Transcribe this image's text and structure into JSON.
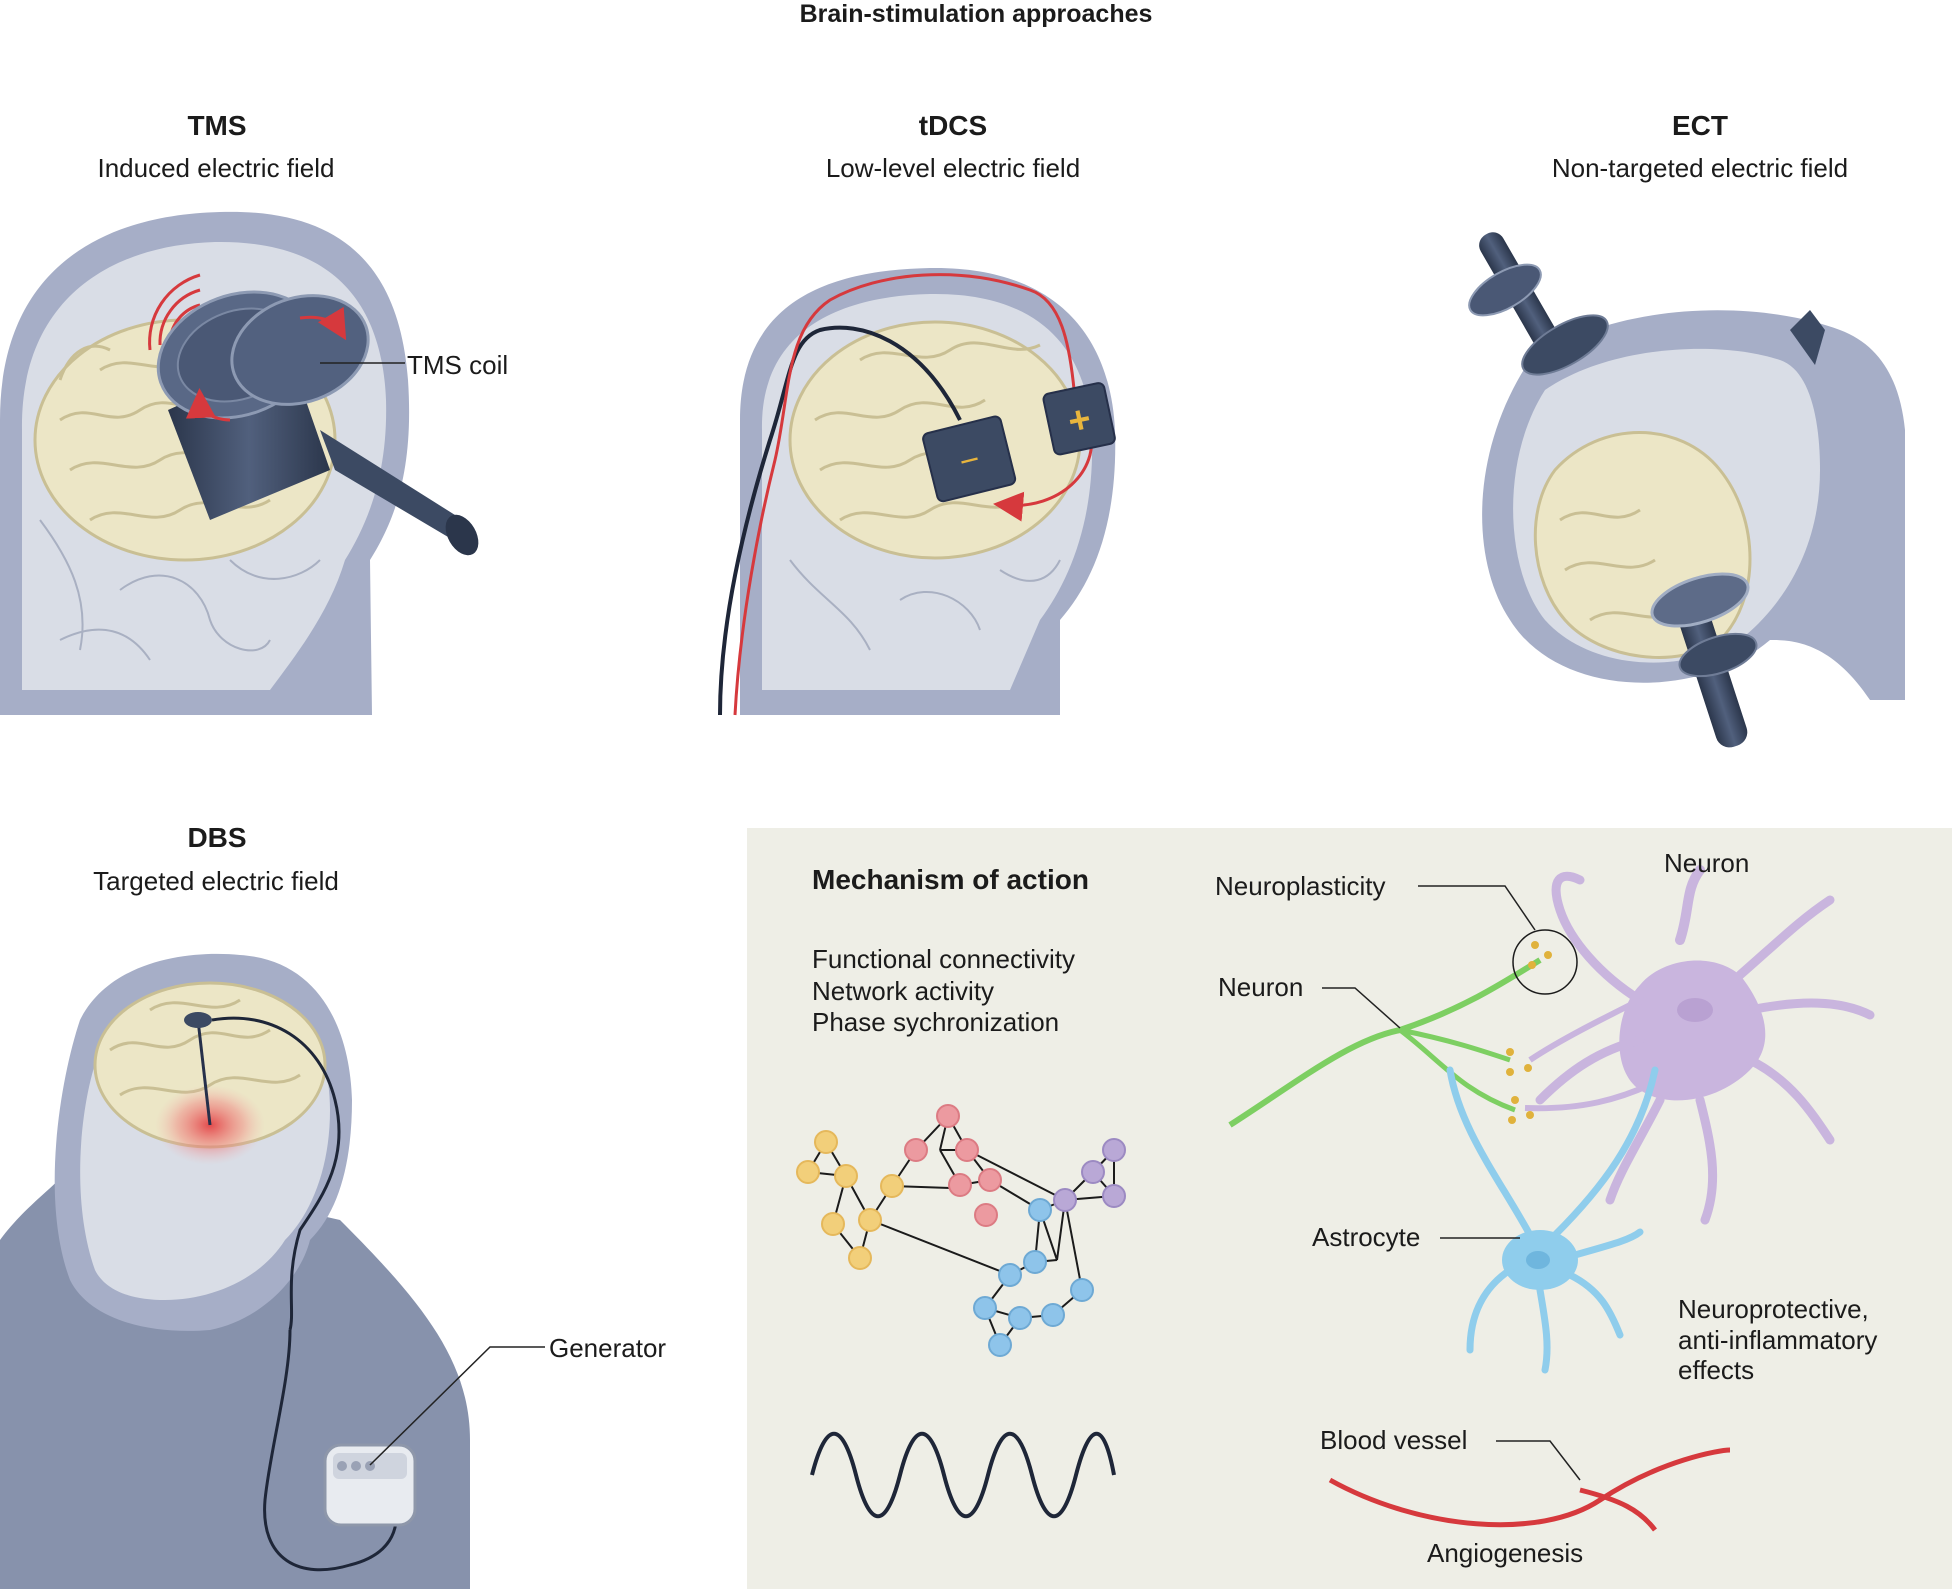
{
  "title": "Brain-stimulation approaches",
  "panels": {
    "tms": {
      "heading": "TMS",
      "subtitle": "Induced electric field",
      "callout": "TMS coil"
    },
    "tdcs": {
      "heading": "tDCS",
      "subtitle": "Low-level electric field",
      "plus_sign": "+",
      "minus_sign": "−"
    },
    "ect": {
      "heading": "ECT",
      "subtitle": "Non-targeted electric field"
    },
    "dbs": {
      "heading": "DBS",
      "subtitle": "Targeted electric field",
      "callout": "Generator"
    }
  },
  "mechanism": {
    "title": "Mechanism of action",
    "effects": [
      "Functional connectivity",
      "Network activity",
      "Phase sychronization"
    ],
    "labels": {
      "neuroplasticity": "Neuroplasticity",
      "neuron_top": "Neuron",
      "neuron_left": "Neuron",
      "astrocyte": "Astrocyte",
      "neuroprotective": [
        "Neuroprotective,",
        "anti-inflammatory",
        "effects"
      ],
      "blood_vessel": "Blood vessel",
      "angiogenesis": "Angiogenesis"
    }
  },
  "colors": {
    "head": "#a6aec7",
    "head_dark": "#8792ac",
    "skull": "#d9dde6",
    "brain": "#ece6c6",
    "brain_line": "#c9bf94",
    "device": "#3c4a63",
    "red": "#d6393d",
    "panel_bg": "#eeeee6",
    "network_yellow": "#f2cf7a",
    "network_pink": "#ec9aa0",
    "network_purple": "#b9a8d6",
    "network_blue": "#8ec4ea",
    "neuron_purple": "#c9b5de",
    "neuron_green": "#7dcf62",
    "astrocyte_blue": "#8fcdec",
    "vessel_red": "#d6393d"
  }
}
